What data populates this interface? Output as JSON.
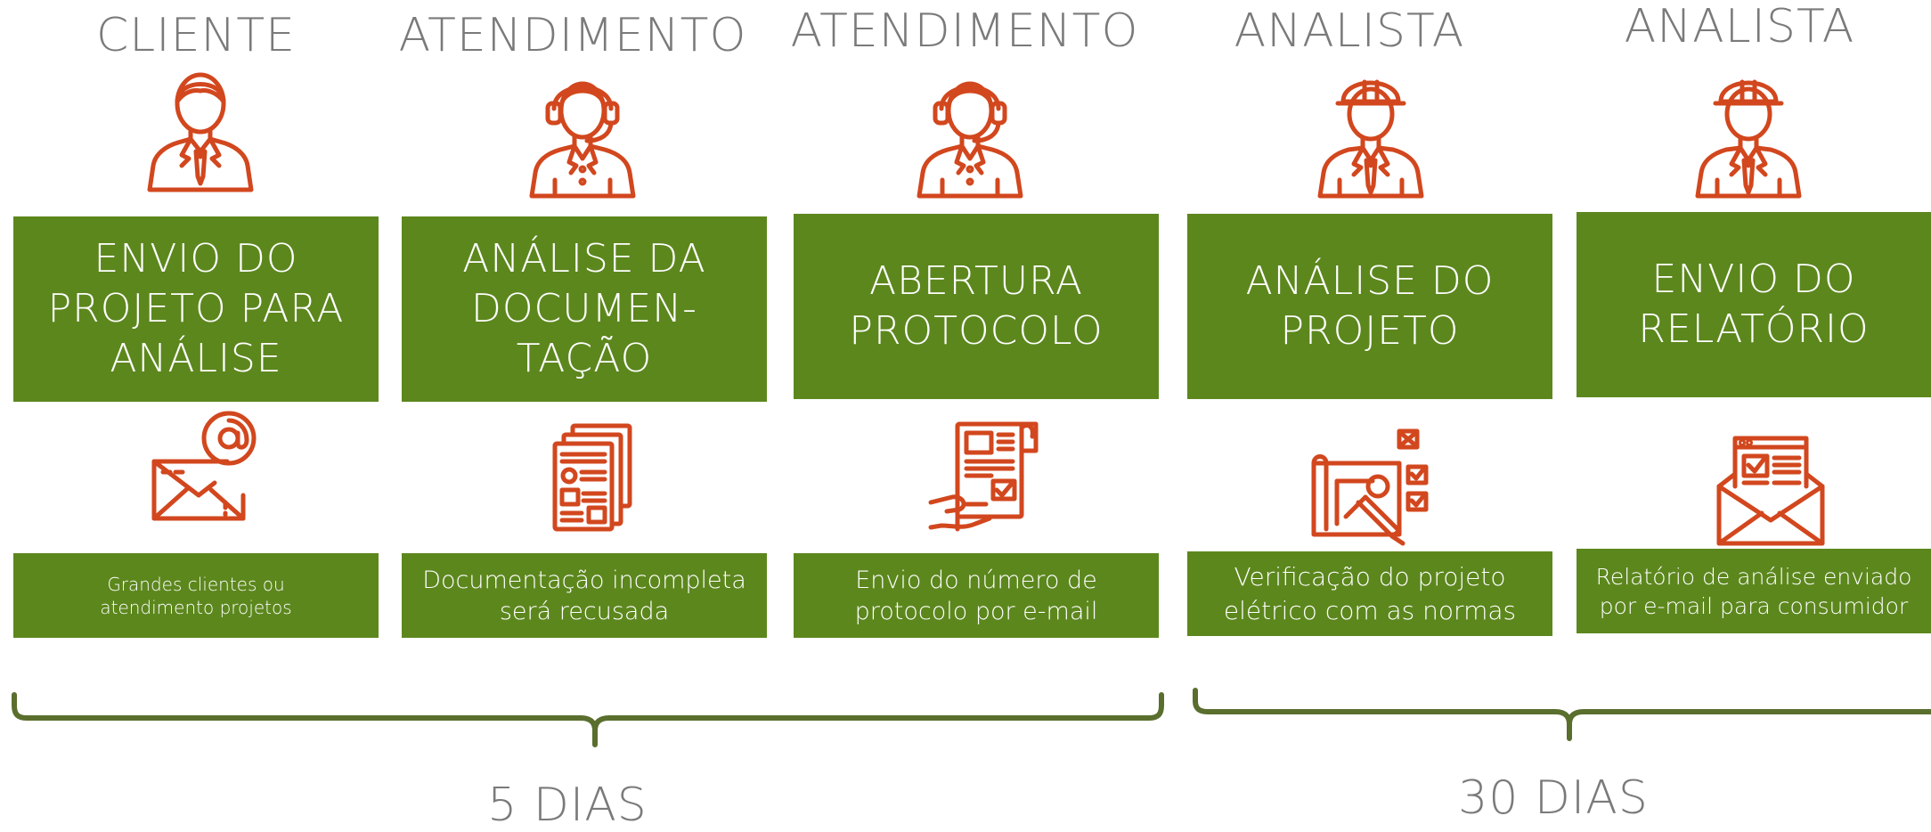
{
  "steps": [
    {
      "role": "CLIENTE",
      "title": "ENVIO DO\nPROJETO PARA\nANÁLISE",
      "description": "Grandes clientes ou\natendimento projetos",
      "person_icon": "client-person-icon",
      "object_icon": "email-at-icon"
    },
    {
      "role": "ATENDIMENTO",
      "title": "ANÁLISE DA\nDOCUMEN-\nTAÇÃO",
      "description": "Documentação incompleta\nserá recusada",
      "person_icon": "headset-agent-icon",
      "object_icon": "documents-icon"
    },
    {
      "role": "ATENDIMENTO",
      "title": "ABERTURA\nPROTOCOLO",
      "description": "Envio do número de\nprotocolo por e-mail",
      "person_icon": "headset-agent-icon",
      "object_icon": "document-in-hand-icon"
    },
    {
      "role": "ANALISTA",
      "title": "ANÁLISE DO\nPROJETO",
      "description": "Verificação do projeto\nelétrico com as normas",
      "person_icon": "hardhat-engineer-icon",
      "object_icon": "blueprint-checklist-icon"
    },
    {
      "role": "ANALISTA",
      "title": "ENVIO DO\nRELATÓRIO",
      "description": "Relatório de análise enviado\npor e-mail para consumidor",
      "person_icon": "hardhat-engineer-icon",
      "object_icon": "report-envelope-icon"
    }
  ],
  "durations": [
    {
      "label": "5 DIAS"
    },
    {
      "label": "30 DIAS"
    }
  ],
  "colors": {
    "icon": "#d2471e",
    "box": "#5c871d",
    "brace": "#5a6e2e",
    "text_gray": "#7a7a7a"
  }
}
